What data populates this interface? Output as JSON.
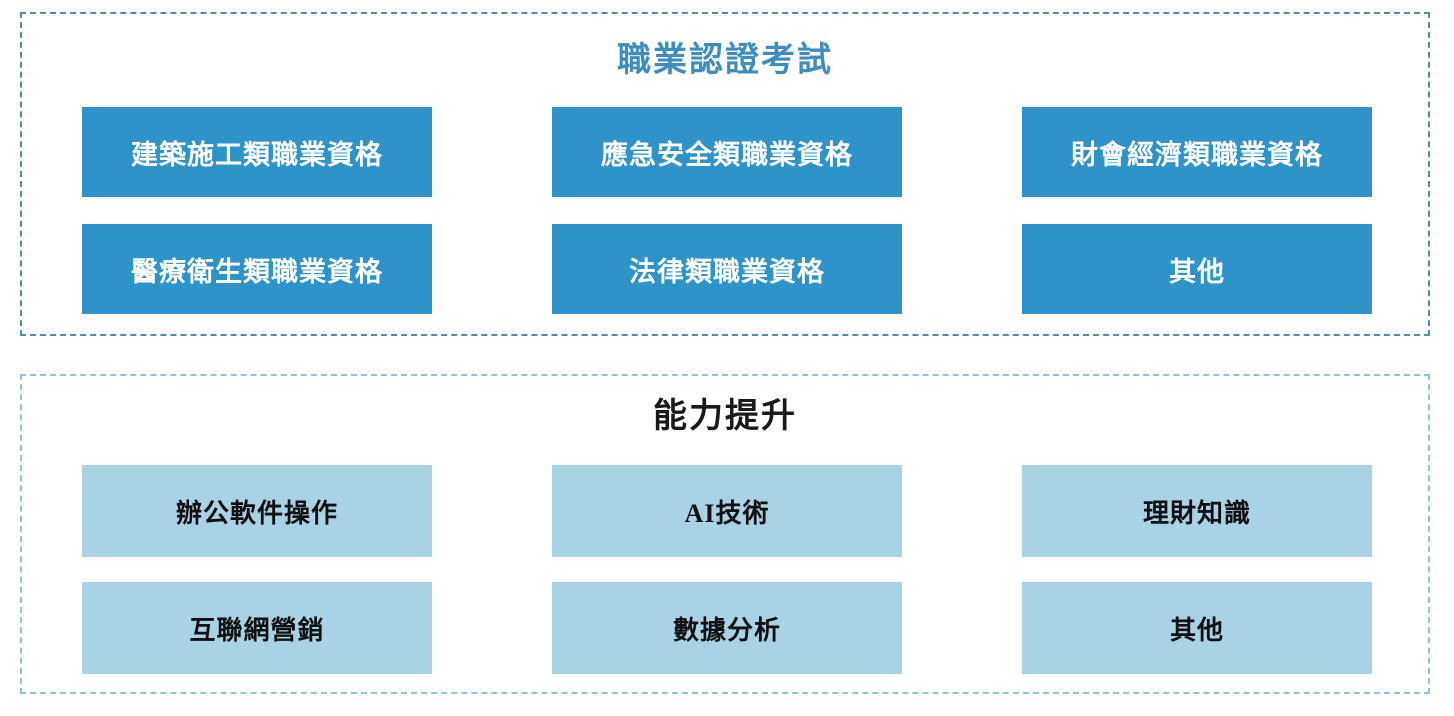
{
  "sections": [
    {
      "id": "certification",
      "title": "職業認證考試",
      "title_color": "#3E8DBF",
      "border_color": "#4E8CA8",
      "tile_color": "#2E93C9",
      "tile_text_color": "#FFFFFF",
      "tiles": [
        {
          "label": "建築施工類職業資格"
        },
        {
          "label": "應急安全類職業資格"
        },
        {
          "label": "財會經濟類職業資格"
        },
        {
          "label": "醫療衛生類職業資格"
        },
        {
          "label": "法律類職業資格"
        },
        {
          "label": "其他"
        }
      ]
    },
    {
      "id": "skill",
      "title": "能力提升",
      "title_color": "#1A1A1A",
      "border_color": "#8FC3D8",
      "tile_color": "#A8D3E5",
      "tile_text_color": "#111111",
      "tiles": [
        {
          "label": "辦公軟件操作"
        },
        {
          "label": "AI技術"
        },
        {
          "label": "理財知識"
        },
        {
          "label": "互聯網營銷"
        },
        {
          "label": "數據分析"
        },
        {
          "label": "其他"
        }
      ]
    }
  ]
}
